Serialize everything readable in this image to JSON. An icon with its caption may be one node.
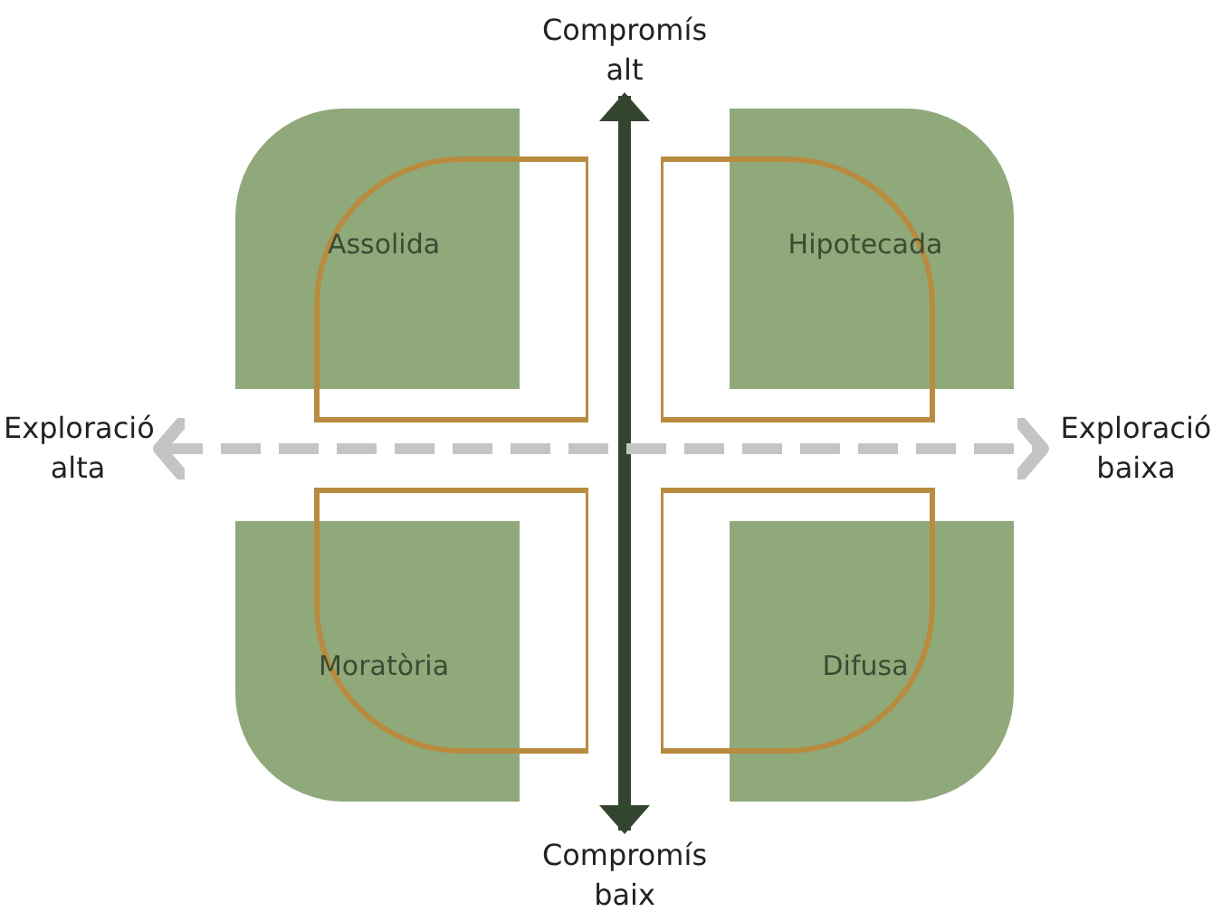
{
  "diagram": {
    "nodes": [
      {
        "text": [
          "Assolida"
        ]
      },
      {
        "text": [
          "Hipotecada"
        ]
      },
      {
        "text": [
          "Moratòria"
        ]
      },
      {
        "text": [
          "Difusa"
        ]
      },
      {
        "text": [
          "Compromís alt"
        ]
      },
      {
        "text": [
          "Exploració alta"
        ]
      },
      {
        "text": [
          "Exploració baixa"
        ]
      },
      {
        "text": [
          "Compromís baix"
        ]
      }
    ],
    "edges": [
      {
        "from": 4,
        "to": 7,
        "arrow": "both",
        "color": "#34452f"
      },
      {
        "from": 5,
        "to": 6,
        "arrow": "both",
        "style": "dashed",
        "color": "#c4c4c4"
      }
    ]
  }
}
